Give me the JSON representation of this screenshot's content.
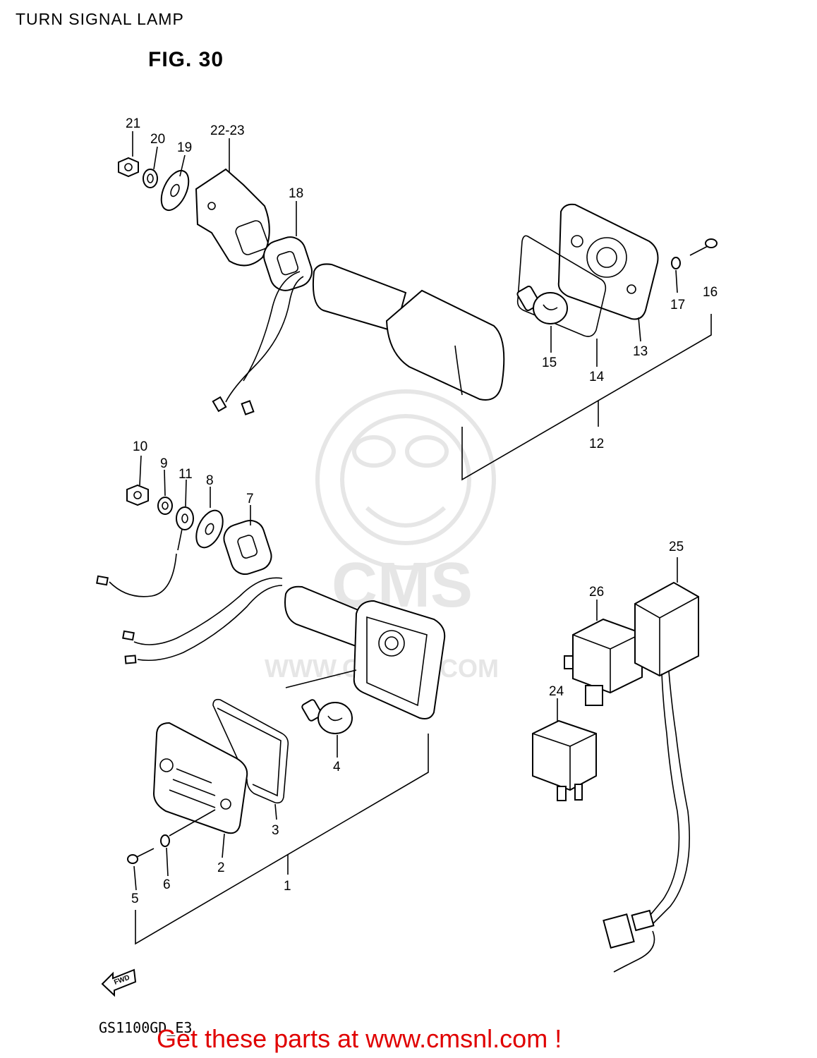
{
  "title": "TURN SIGNAL LAMP",
  "figure": "FIG. 30",
  "model": "GS1100GD_E3",
  "promo": "Get these parts at www.cmsnl.com !",
  "watermark": {
    "brand": "CMS",
    "url": "WWW.CMSNL.COM"
  },
  "direction_label": "FWD",
  "callouts": [
    "1",
    "2",
    "3",
    "4",
    "5",
    "6",
    "7",
    "8",
    "9",
    "10",
    "11",
    "12",
    "13",
    "14",
    "15",
    "16",
    "17",
    "18",
    "19",
    "20",
    "21",
    "22-23",
    "24",
    "25",
    "26"
  ]
}
